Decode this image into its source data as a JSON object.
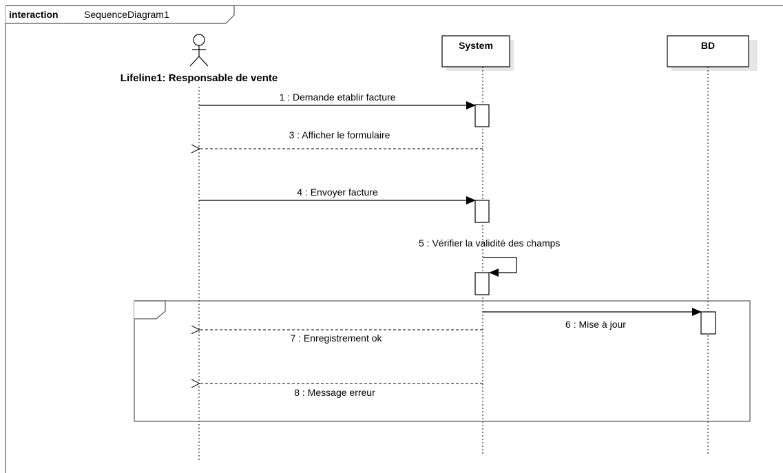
{
  "interaction": {
    "keyword": "interaction",
    "name": "SequenceDiagram1"
  },
  "lifelines": {
    "actor": {
      "label": "Lifeline1: Responsable de vente"
    },
    "system": {
      "label": "System"
    },
    "db": {
      "label": "BD"
    }
  },
  "messages": {
    "m1": "1 : Demande etablir facture",
    "m3": "3 : Afficher le formulaire",
    "m4": "4 : Envoyer facture",
    "m5": "5 : Vérifier la validité des champs",
    "m6": "6 : Mise à jour",
    "m7": "7 : Enregistrement ok",
    "m8": "8 : Message erreur"
  },
  "colors": {
    "line": "#000000",
    "frame": "#555555",
    "shadow": "#e6e6e6",
    "background": "#ffffff"
  }
}
